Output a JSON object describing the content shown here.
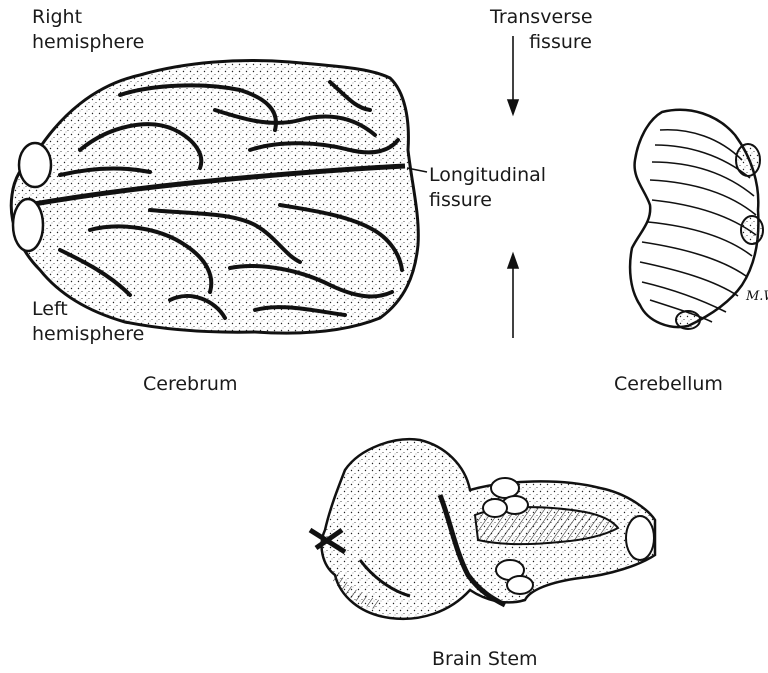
{
  "labels": {
    "right_hemisphere": "Right\nhemisphere",
    "left_hemisphere": "Left\nhemisphere",
    "transverse_fissure": "Transverse\nfissure",
    "longitudinal_fissure": "Longitudinal\nfissure"
  },
  "captions": {
    "cerebrum": "Cerebrum",
    "cerebellum": "Cerebellum",
    "brain_stem": "Brain Stem"
  },
  "signature": "M.W."
}
